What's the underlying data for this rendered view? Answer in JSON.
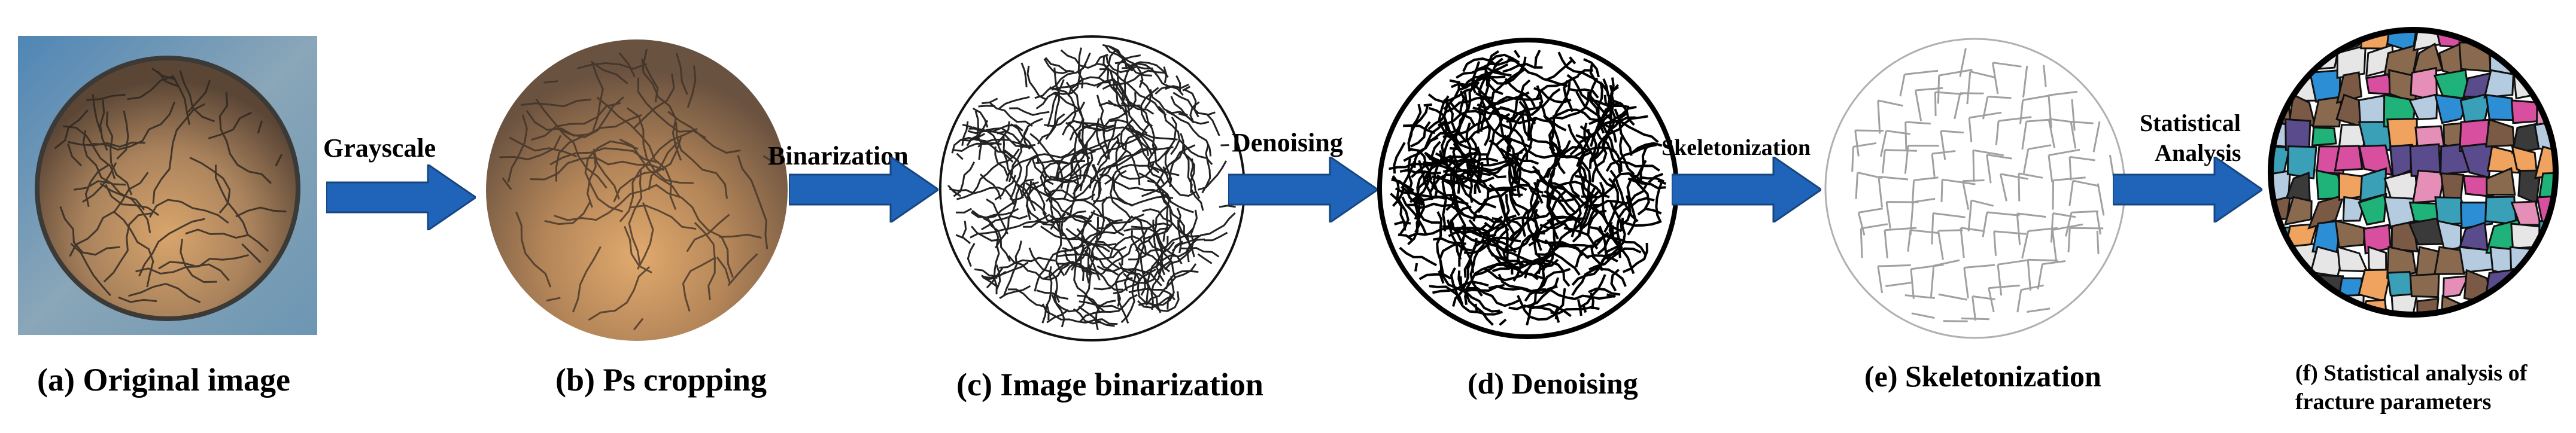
{
  "steps": [
    {
      "caption": "(a) Original image"
    },
    {
      "caption": "(b) Ps cropping"
    },
    {
      "caption": "(c) Image binarization"
    },
    {
      "caption": "(d) Denoising"
    },
    {
      "caption": "(e) Skeletonization"
    },
    {
      "caption_line1": "(f) Statistical analysis of",
      "caption_line2": "fracture parameters"
    }
  ],
  "arrows": [
    {
      "label": "Grayscale"
    },
    {
      "label": "Binarization"
    },
    {
      "label": "Denoising"
    },
    {
      "label": "Skeletonization"
    },
    {
      "label_line1": "Statistical",
      "label_line2": "Analysis"
    }
  ],
  "colors": {
    "arrow_fill": "#1f64b8",
    "arrow_edge": "#17467f",
    "soil_light": "#c9a06c",
    "soil_dark": "#7a5634",
    "crack": "#1a1a1a",
    "skeleton": "#9a9a9a",
    "background_blue": "#5b8fb0"
  }
}
